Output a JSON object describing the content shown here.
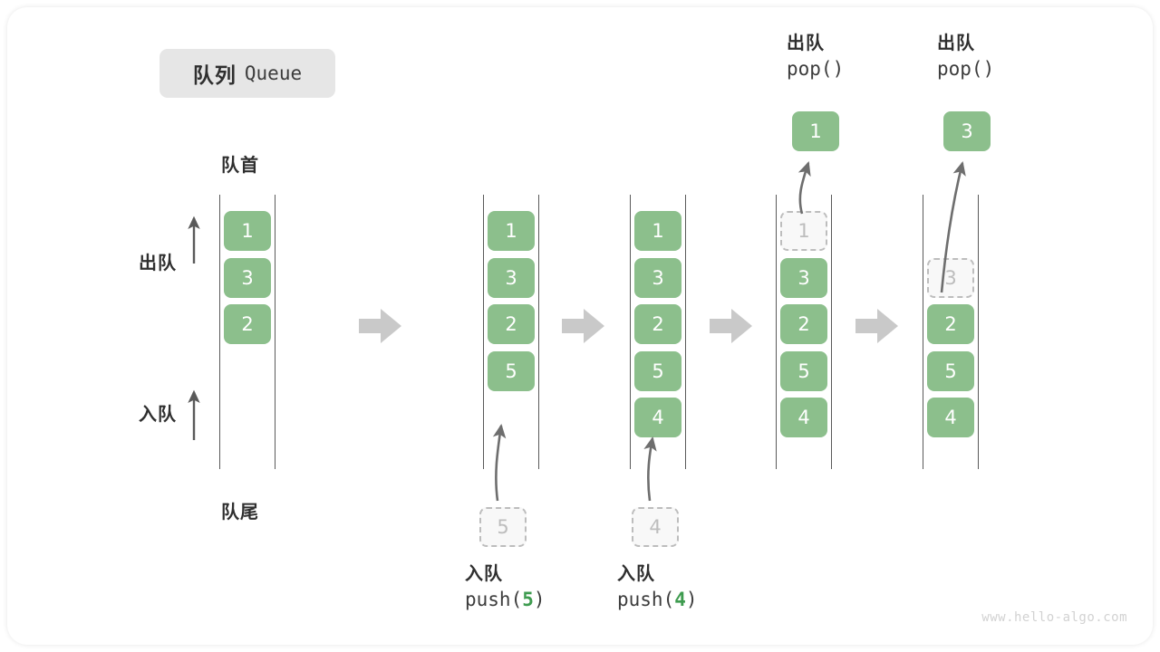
{
  "title": {
    "cn": "队列",
    "en": "Queue"
  },
  "axis_labels": {
    "head": "队首",
    "tail": "队尾",
    "dequeue": "出队",
    "enqueue": "入队"
  },
  "colors": {
    "element_fill": "#8cbf8c",
    "element_text": "#ffffff",
    "ghost_fill": "#f8f8f8",
    "ghost_border": "#bdbdbd",
    "ghost_text": "#bdbdbd",
    "rail": "#5a5a5a",
    "arrow": "#cccccc",
    "curve_arrow": "#6e6e6e",
    "badge_bg": "#e6e6e6",
    "accent_number": "#3e9b4f",
    "watermark": "#d2d2d2"
  },
  "columns": [
    {
      "id": "state-initial",
      "items": [
        {
          "value": "1",
          "state": "filled"
        },
        {
          "value": "3",
          "state": "filled"
        },
        {
          "value": "2",
          "state": "filled"
        }
      ]
    },
    {
      "id": "state-after-push-5",
      "items": [
        {
          "value": "1",
          "state": "filled"
        },
        {
          "value": "3",
          "state": "filled"
        },
        {
          "value": "2",
          "state": "filled"
        },
        {
          "value": "5",
          "state": "filled"
        }
      ]
    },
    {
      "id": "state-after-push-4",
      "items": [
        {
          "value": "1",
          "state": "filled"
        },
        {
          "value": "3",
          "state": "filled"
        },
        {
          "value": "2",
          "state": "filled"
        },
        {
          "value": "5",
          "state": "filled"
        },
        {
          "value": "4",
          "state": "filled"
        }
      ]
    },
    {
      "id": "state-pop-1",
      "items": [
        {
          "value": "1",
          "state": "ghost"
        },
        {
          "value": "3",
          "state": "filled"
        },
        {
          "value": "2",
          "state": "filled"
        },
        {
          "value": "5",
          "state": "filled"
        },
        {
          "value": "4",
          "state": "filled"
        }
      ]
    },
    {
      "id": "state-pop-3",
      "items": [
        {
          "value": "",
          "state": "empty"
        },
        {
          "value": "3",
          "state": "ghost"
        },
        {
          "value": "2",
          "state": "filled"
        },
        {
          "value": "5",
          "state": "filled"
        },
        {
          "value": "4",
          "state": "filled"
        }
      ]
    }
  ],
  "pending_push": [
    {
      "value": "5"
    },
    {
      "value": "4"
    }
  ],
  "popped": [
    {
      "value": "1"
    },
    {
      "value": "3"
    }
  ],
  "bottom_captions": [
    {
      "line1": "入队",
      "op": "push(",
      "num": "5",
      "close": ")"
    },
    {
      "line1": "入队",
      "op": "push(",
      "num": "4",
      "close": ")"
    }
  ],
  "top_captions": [
    {
      "line1": "出队",
      "line2": "pop()"
    },
    {
      "line1": "出队",
      "line2": "pop()"
    }
  ],
  "watermark": "www.hello-algo.com"
}
